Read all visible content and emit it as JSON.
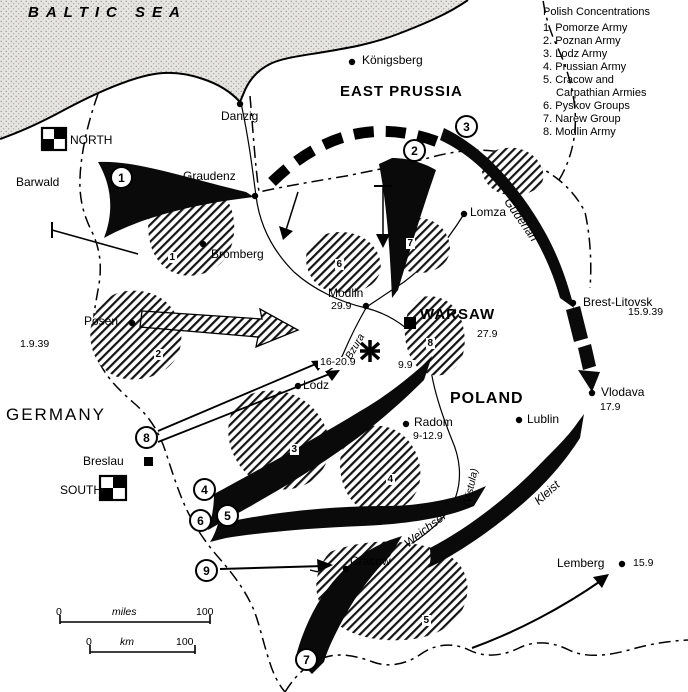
{
  "sea_label": "BALTIC SEA",
  "legend": {
    "title": "Polish Concentrations",
    "items": [
      "1. Pomorze Army",
      "2. Poznan Army",
      "3. Lodz Army",
      "4. Prussian Army",
      "5. Cracow and\nCarpathian Armies",
      "6. Pyskov Groups",
      "7. Narew Group",
      "8. Modlin Army"
    ]
  },
  "regions": {
    "east_prussia": "EAST PRUSSIA",
    "germany": "GERMANY",
    "poland": "POLAND"
  },
  "cities": {
    "konigsberg": "Königsberg",
    "danzig": "Danzig",
    "graudenz": "Graudenz",
    "bromberg": "Bromberg",
    "lomza": "Lomza",
    "modlin": "Modlin",
    "warsaw": "WARSAW",
    "posen": "Posen",
    "lodz": "Lodz",
    "radom": "Radom",
    "lublin": "Lublin",
    "brest_litovsk": "Brest-Litovsk",
    "vlodava": "Vlodava",
    "cracow": "Cracow",
    "breslau": "Breslau",
    "barwald": "Barwald",
    "lemberg": "Lemberg"
  },
  "dates": {
    "posen_area": "1.9.39",
    "modlin": "29.9",
    "warsaw": "27.9",
    "bzura": "16-20.9",
    "warsaw_south": "9.9",
    "radom": "9-12.9",
    "brest": "15.9.39",
    "vlodava": "17.9",
    "lemberg": "15.9"
  },
  "hq": {
    "north": "NORTH",
    "south": "SOUTH"
  },
  "commanders": {
    "guderian": "Guderian",
    "kleist": "Kleist"
  },
  "rivers": {
    "bzura": "Bzura",
    "vistula": "(Vistula)",
    "weichsel": "Weichsel"
  },
  "german_units": {
    "u1": "1",
    "u2": "2",
    "u3": "3",
    "u4": "4",
    "u5": "5",
    "u6": "6",
    "u7": "7",
    "u8": "8",
    "u9": "9"
  },
  "concentrations": {
    "c1": "1",
    "c2": "2",
    "c3": "3",
    "c4": "4",
    "c5": "5",
    "c6": "6",
    "c7": "7",
    "c8": "8"
  },
  "scale": {
    "miles_zero": "0",
    "miles_label": "miles",
    "miles_max": "100",
    "km_zero": "0",
    "km_label": "km",
    "km_max": "100"
  }
}
